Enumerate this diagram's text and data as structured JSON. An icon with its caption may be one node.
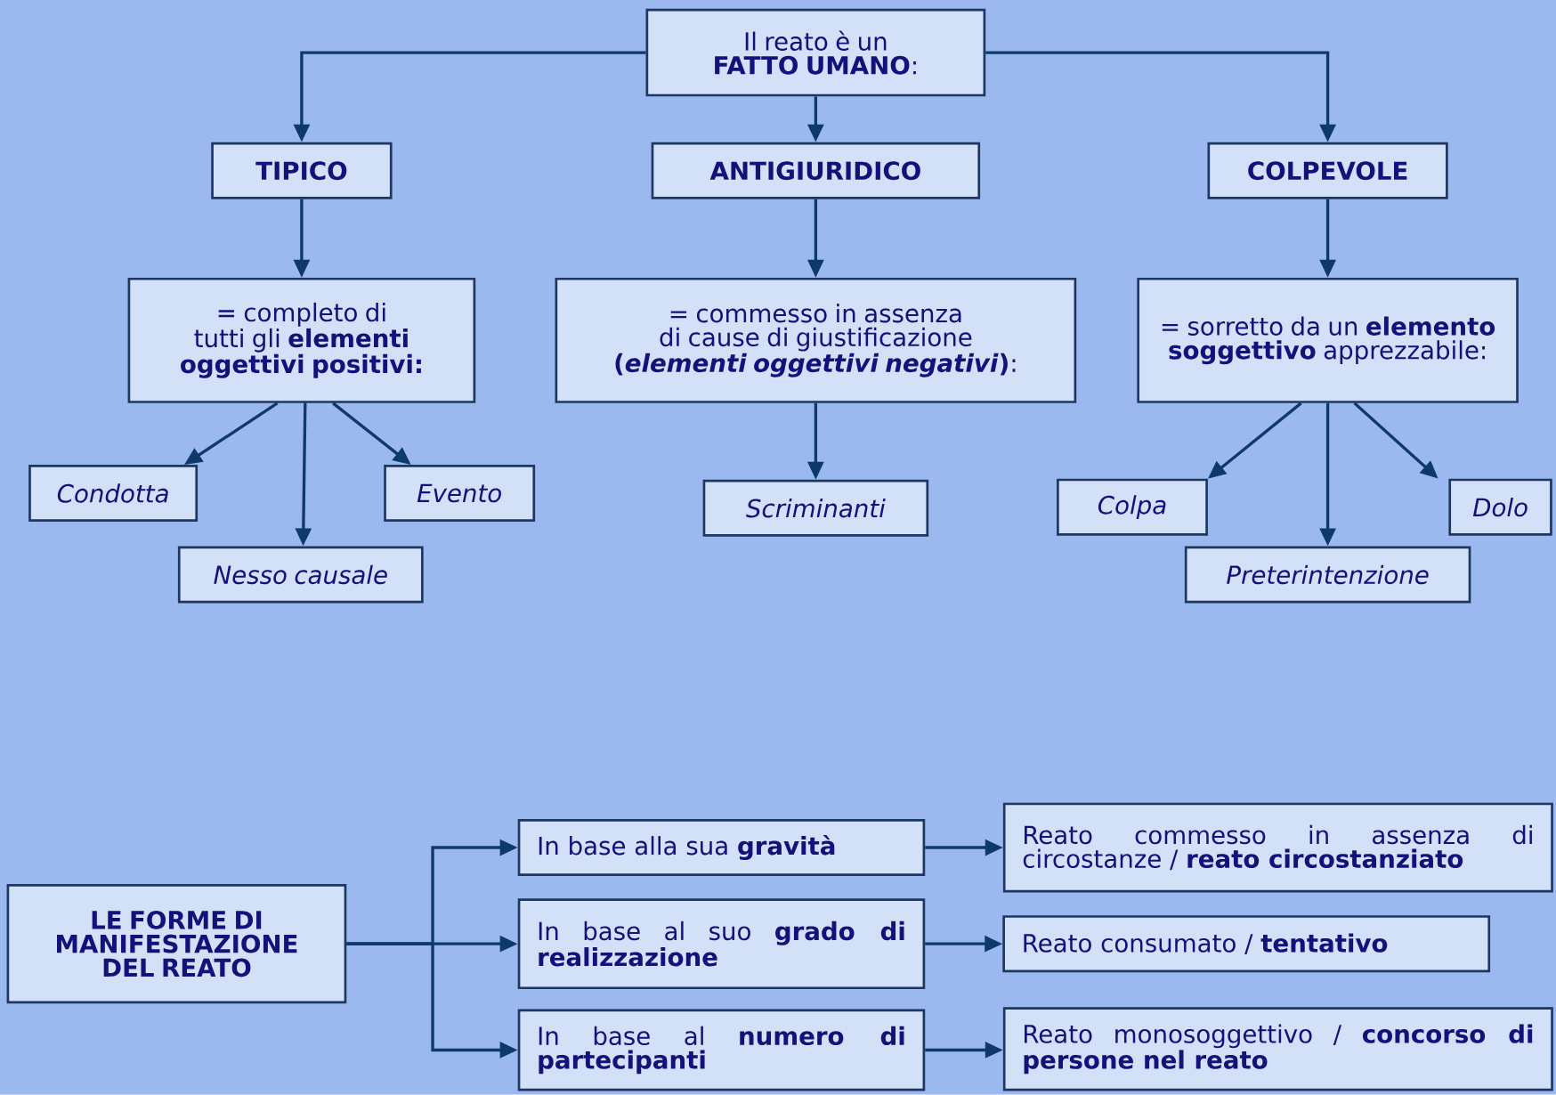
{
  "diagram": {
    "nodes": [
      {
        "text": [
          "Il reato è un **FATTO UMANO**:"
        ]
      },
      {
        "text": [
          "TIPICO"
        ]
      },
      {
        "text": [
          "ANTIGIURIDICO"
        ]
      },
      {
        "text": [
          "COLPEVOLE"
        ]
      },
      {
        "text": [
          "= completo di tutti gli **elementi oggettivi positivi:**"
        ]
      },
      {
        "text": [
          "= commesso in assenza di cause di giustificazione **(*elementi oggettivi negativi*)**:"
        ]
      },
      {
        "text": [
          "= sorretto da un **elemento soggettivo** apprezzabile:"
        ]
      },
      {
        "text": [
          "Condotta"
        ]
      },
      {
        "text": [
          "Evento"
        ]
      },
      {
        "text": [
          "Nesso causale"
        ]
      },
      {
        "text": [
          "Scriminanti"
        ]
      },
      {
        "text": [
          "Colpa"
        ]
      },
      {
        "text": [
          "Dolo"
        ]
      },
      {
        "text": [
          "Preterintenzione"
        ]
      },
      {
        "text": [
          "LE FORME DI MANIFESTAZIONE DEL REATO"
        ]
      },
      {
        "text": [
          "In base alla sua **gravità**"
        ]
      },
      {
        "text": [
          "In base al suo **grado di realizzazione**"
        ]
      },
      {
        "text": [
          "In base al **numero di partecipanti**"
        ]
      },
      {
        "text": [
          "Reato commesso in assenza di circostanze / **reato circostanziato**"
        ]
      },
      {
        "text": [
          "Reato consumato / **tentativo**"
        ]
      },
      {
        "text": [
          "Reato monosoggettivo / **concorso di persone nel reato**"
        ]
      }
    ],
    "edges": [
      {
        "from": 0,
        "to": 1,
        "arrow": "to"
      },
      {
        "from": 0,
        "to": 2,
        "arrow": "to"
      },
      {
        "from": 0,
        "to": 3,
        "arrow": "to"
      },
      {
        "from": 1,
        "to": 4,
        "arrow": "to"
      },
      {
        "from": 2,
        "to": 5,
        "arrow": "to"
      },
      {
        "from": 3,
        "to": 6,
        "arrow": "to"
      },
      {
        "from": 4,
        "to": 7,
        "arrow": "to"
      },
      {
        "from": 4,
        "to": 9,
        "arrow": "to"
      },
      {
        "from": 4,
        "to": 8,
        "arrow": "to"
      },
      {
        "from": 5,
        "to": 10,
        "arrow": "to"
      },
      {
        "from": 6,
        "to": 11,
        "arrow": "to"
      },
      {
        "from": 6,
        "to": 13,
        "arrow": "to"
      },
      {
        "from": 6,
        "to": 12,
        "arrow": "to"
      },
      {
        "from": 14,
        "to": 15,
        "arrow": "to"
      },
      {
        "from": 14,
        "to": 16,
        "arrow": "to"
      },
      {
        "from": 14,
        "to": 17,
        "arrow": "to"
      },
      {
        "from": 15,
        "to": 18,
        "arrow": "to"
      },
      {
        "from": 16,
        "to": 19,
        "arrow": "to"
      },
      {
        "from": 17,
        "to": 20,
        "arrow": "to"
      }
    ]
  }
}
